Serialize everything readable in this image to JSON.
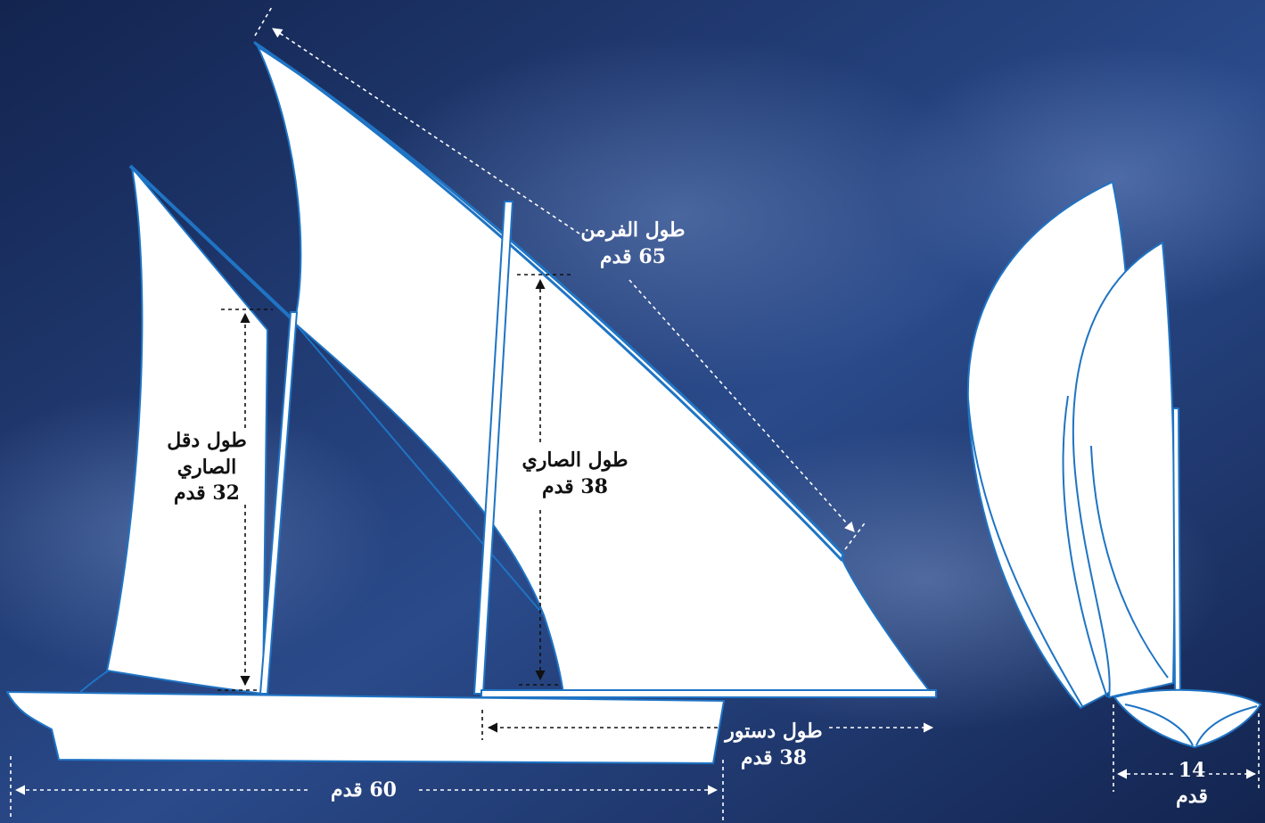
{
  "colors": {
    "sky_dark": "#13244f",
    "sky_mid": "#2a4a8a",
    "sail": "#ffffff",
    "outline": "#1f74c4",
    "annotation": "#ffffff"
  },
  "labels": {
    "yard": {
      "title": "طول الفرمن",
      "value": "65 قدم"
    },
    "mizzen_mast": {
      "title_line1": "طول دقل",
      "title_line2": "الصاري",
      "value": "32 قدم"
    },
    "main_mast": {
      "title": "طول الصاري",
      "value": "38 قدم"
    },
    "bowsprit": {
      "title": "طول دستور",
      "value": "38 قدم"
    },
    "hull_length": {
      "value": "60 قدم"
    },
    "beam": {
      "number": "14",
      "unit": "قدم"
    }
  }
}
